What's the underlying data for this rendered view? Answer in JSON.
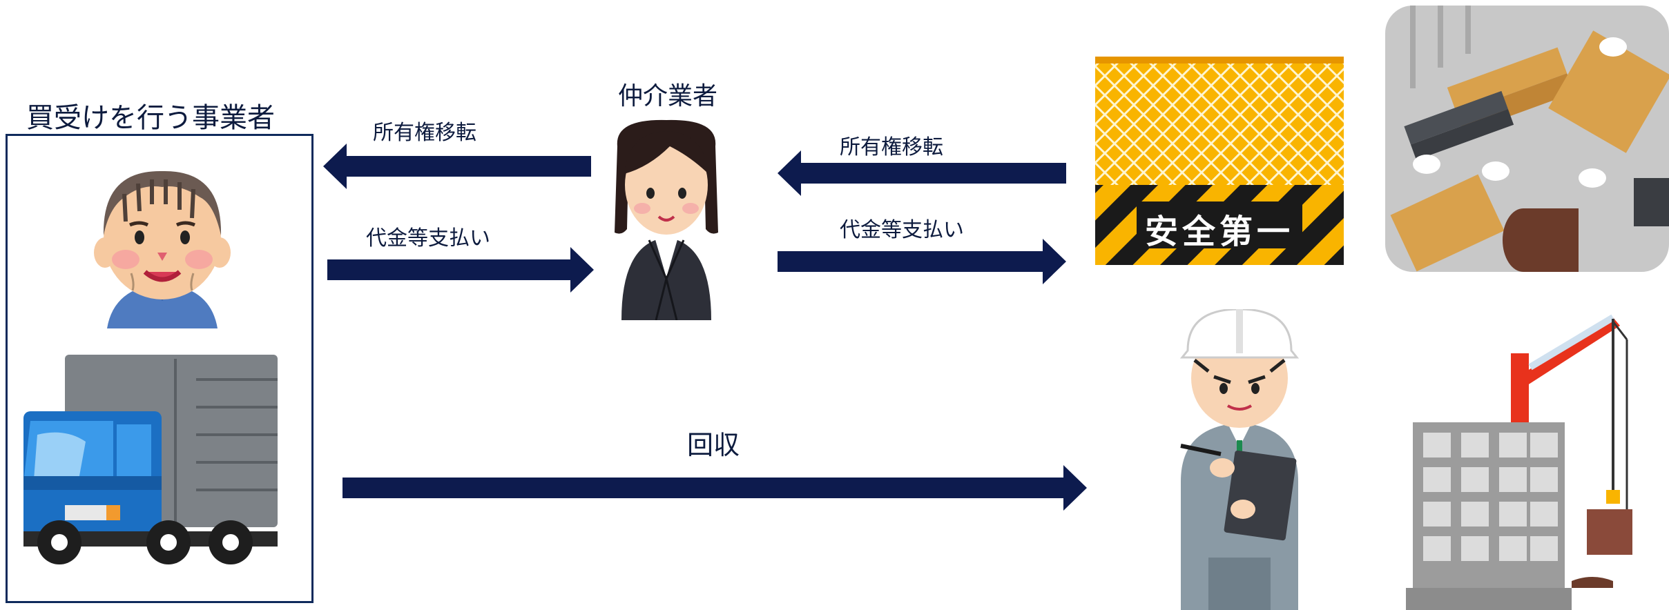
{
  "buyer": {
    "title": "買受けを行う事業者"
  },
  "broker": {
    "title": "仲介業者"
  },
  "left_arrows": {
    "top_label": "所有権移転",
    "bottom_label": "代金等支払い"
  },
  "right_arrows": {
    "top_label": "所有権移転",
    "bottom_label": "代金等支払い"
  },
  "recovery_arrow": {
    "label": "回収"
  },
  "safety_sign": {
    "text": "安全第一"
  },
  "colors": {
    "arrow": "#0d1b4e",
    "box_border": "#0f2a5c",
    "sign_yellow": "#f9b400",
    "helmet": "#ffffff",
    "crane": "#e8321c"
  }
}
